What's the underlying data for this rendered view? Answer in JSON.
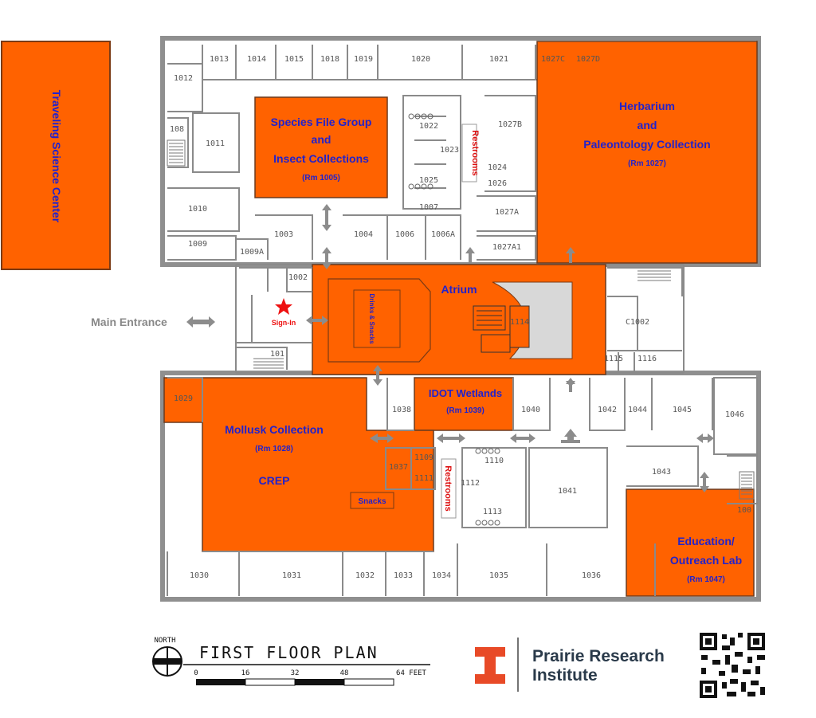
{
  "side_building": {
    "label": "Traveling Science Center"
  },
  "entrance": {
    "label": "Main Entrance",
    "sign_in": "Sign-In"
  },
  "areas": {
    "species": {
      "line1": "Species File Group",
      "line2": "and",
      "line3": "Insect Collections",
      "room": "(Rm 1005)"
    },
    "herbarium": {
      "line1": "Herbarium",
      "line2": "and",
      "line3": "Paleontology Collection",
      "room": "(Rm 1027)"
    },
    "atrium": {
      "label": "Atrium",
      "drinks": "Drinks & Snacks"
    },
    "idot": {
      "label": "IDOT Wetlands",
      "room": "(Rm 1039)"
    },
    "mollusk": {
      "label": "Mollusk Collection",
      "room": "(Rm 1028)",
      "crep": "CREP",
      "snacks": "Snacks"
    },
    "education": {
      "line1": "Education/",
      "line2": "Outreach Lab",
      "room": "(Rm 1047)"
    }
  },
  "restrooms": [
    "Restrooms",
    "Restrooms"
  ],
  "rooms": {
    "r1013": "1013",
    "r1014": "1014",
    "r1015": "1015",
    "r1018": "1018",
    "r1019": "1019",
    "r1020": "1020",
    "r1021": "1021",
    "r1027C": "1027C",
    "r1027D": "1027D",
    "r1012": "1012",
    "r1022": "1022",
    "r1023": "1023",
    "r1024": "1024",
    "r1025": "1025",
    "r1026": "1026",
    "r1027B": "1027B",
    "r108": "108",
    "r1011": "1011",
    "r1010": "1010",
    "r1009": "1009",
    "r1009A": "1009A",
    "r1003": "1003",
    "r1004": "1004",
    "r1006": "1006",
    "r1006A": "1006A",
    "r1007": "1007",
    "r1027A": "1027A",
    "r1027A1": "1027A1",
    "r1002": "1002",
    "r1114": "1114",
    "rC1002": "C1002",
    "r1115": "1115",
    "r1116": "1116",
    "r101": "101",
    "r1029": "1029",
    "r1038": "1038",
    "r1040": "1040",
    "r1042": "1042",
    "r1044": "1044",
    "r1045": "1045",
    "r1046": "1046",
    "r1037": "1037",
    "r1109": "1109",
    "r1111": "1111",
    "r1110": "1110",
    "r1112": "1112",
    "r1113": "1113",
    "r1041": "1041",
    "r1043": "1043",
    "r100": "100",
    "r1030": "1030",
    "r1031": "1031",
    "r1032": "1032",
    "r1033": "1033",
    "r1034": "1034",
    "r1035": "1035",
    "r1036": "1036"
  },
  "legend": {
    "north": "NORTH",
    "title": "FIRST FLOOR PLAN",
    "scale_ticks": [
      "0",
      "16",
      "32",
      "48",
      "64 FEET"
    ]
  },
  "branding": {
    "line1": "Prairie Research",
    "line2": "Institute"
  },
  "colors": {
    "highlight": "#ff6200",
    "label": "#2222cc",
    "restroom": "#dd1111",
    "walls": "#8a8a8a"
  }
}
